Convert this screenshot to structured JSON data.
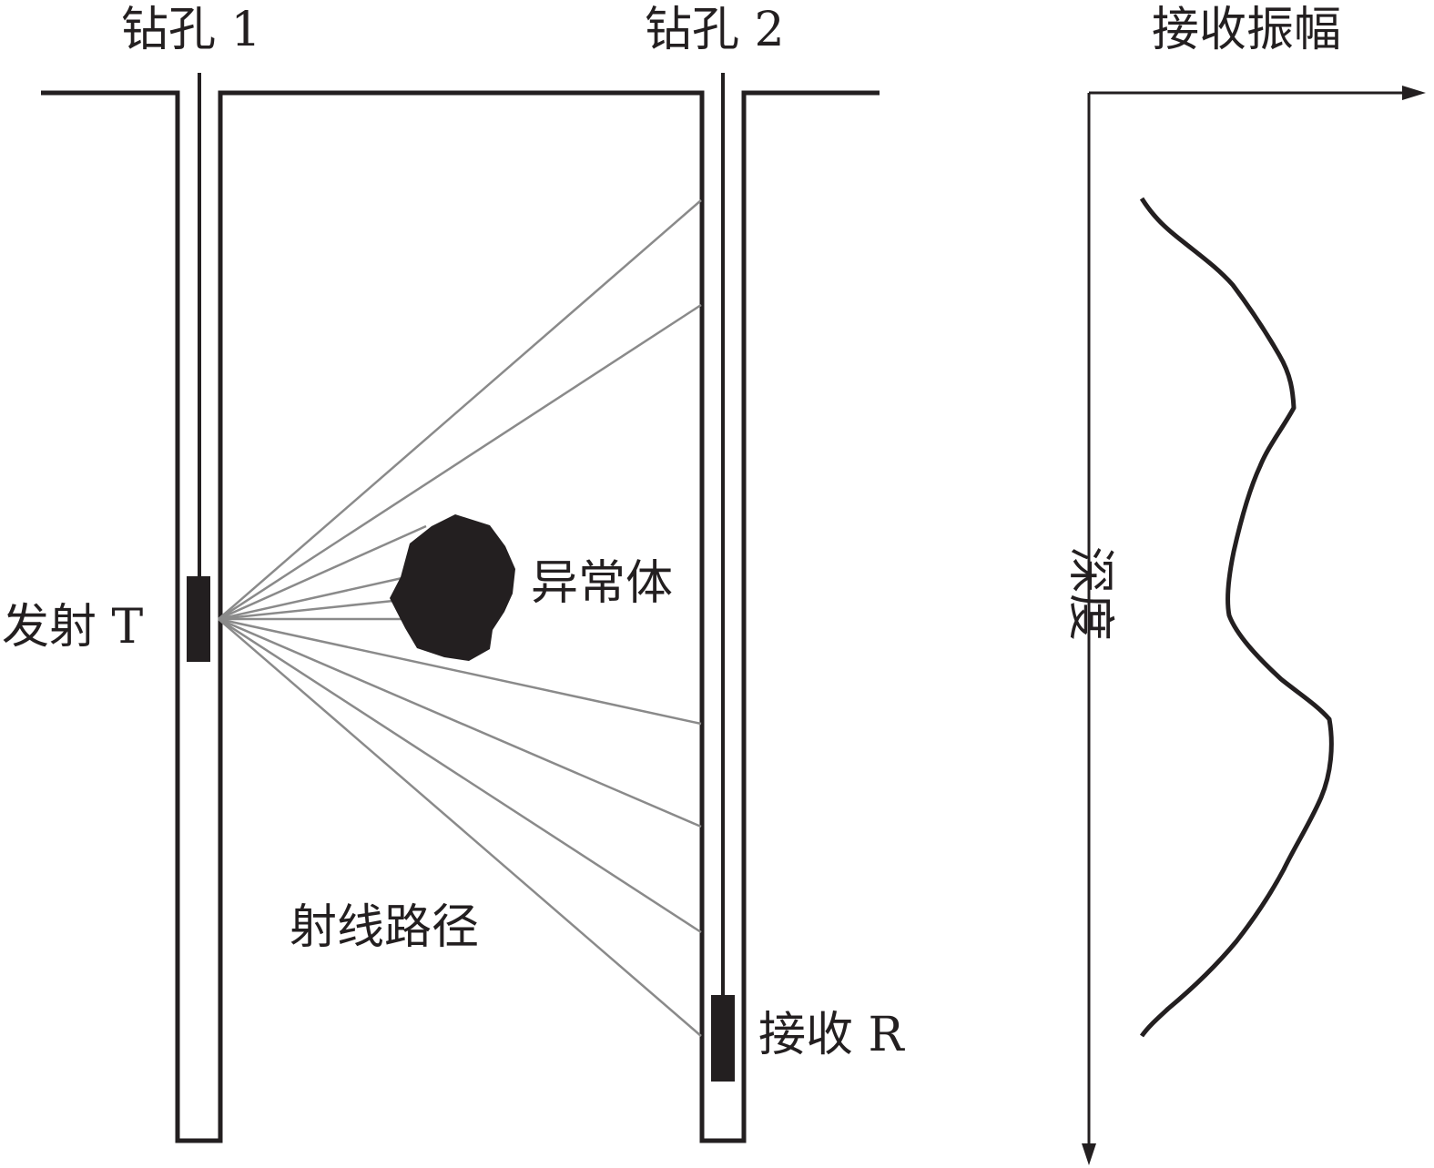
{
  "labels": {
    "borehole1": "钻孔 1",
    "borehole2": "钻孔 2",
    "amplitude_axis": "接收振幅",
    "depth_axis": "深度",
    "transmitter": "发射 T",
    "receiver": "接收 R",
    "anomaly": "异常体",
    "ray_path": "射线路径"
  },
  "colors": {
    "line": "#231f20",
    "ray": "#8a8a8a",
    "fill": "#231f20"
  }
}
